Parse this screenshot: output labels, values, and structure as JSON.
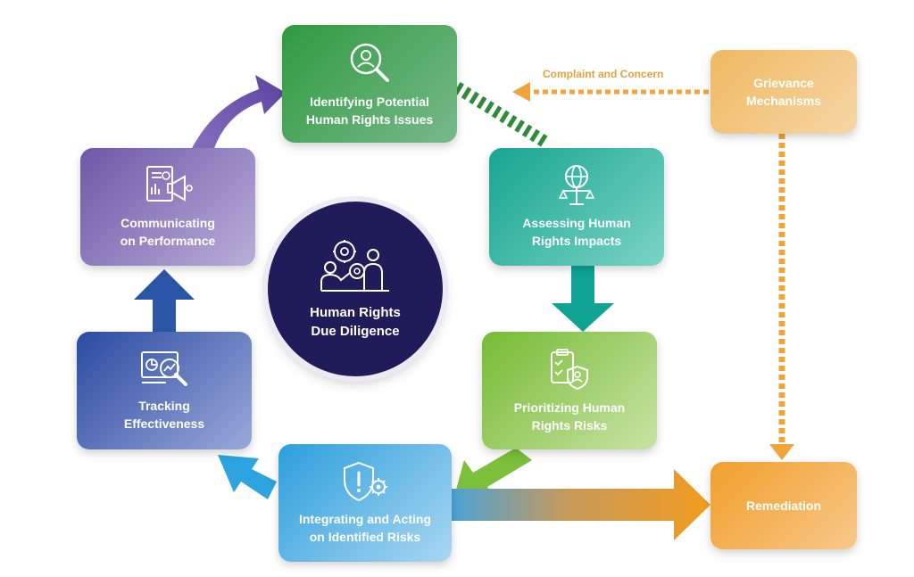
{
  "center": {
    "label": "Human Rights\nDue Diligence"
  },
  "steps": {
    "identifying": "Identifying Potential\nHuman Rights Issues",
    "assessing": "Assessing Human\nRights Impacts",
    "prioritizing": "Prioritizing Human\nRights Risks",
    "integrating": "Integrating and Acting\non Identified Risks",
    "tracking": "Tracking\nEffectiveness",
    "communicating": "Communicating\non Performance"
  },
  "side": {
    "grievance": "Grievance\nMechanisms",
    "remediation": "Remediation",
    "complaint_label": "Complaint and Concern"
  },
  "colors": {
    "green": "#3d9b46",
    "teal": "#1fae98",
    "lime": "#7cbf3a",
    "blue": "#2f9fdc",
    "navy": "#2f4ba0",
    "purple": "#6f58a6",
    "orange": "#f0a43a",
    "center": "#201c5a"
  },
  "icons": {
    "identifying": "user-search-icon",
    "assessing": "globe-scale-icon",
    "prioritizing": "clipboard-shield-icon",
    "integrating": "shield-gear-icon",
    "tracking": "chart-magnifier-icon",
    "communicating": "report-megaphone-icon",
    "center": "team-gears-icon"
  }
}
